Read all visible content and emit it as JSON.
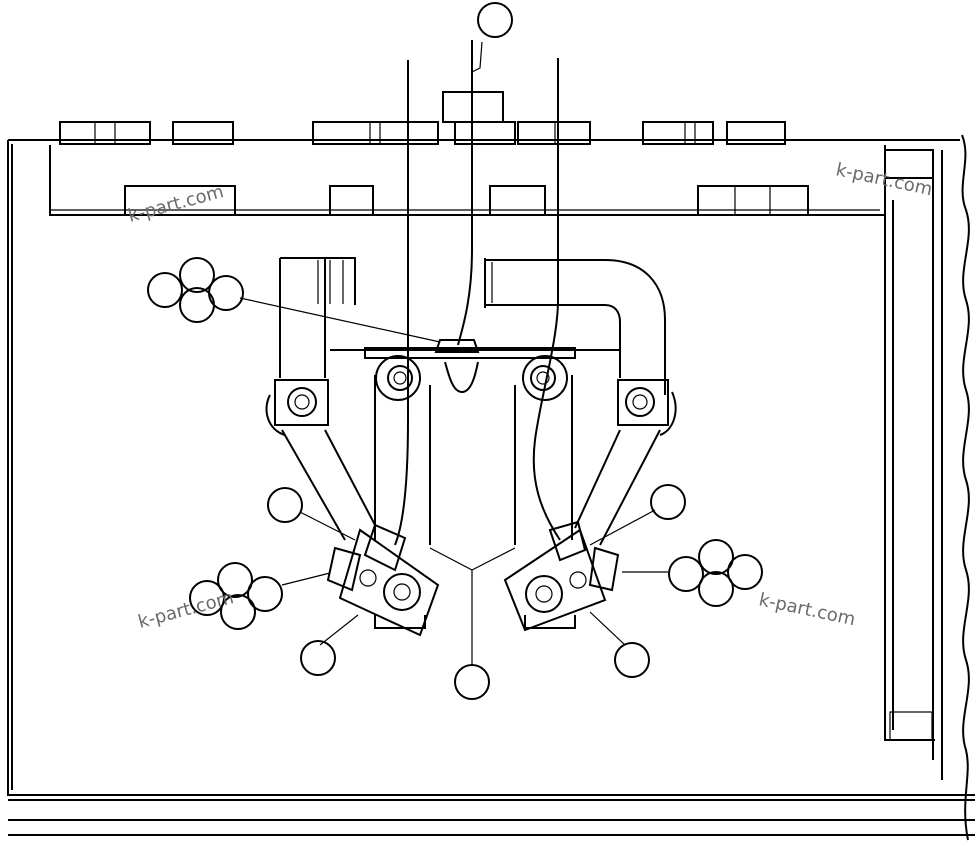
{
  "watermark": {
    "text": "k-part.com",
    "color": "#6a6a6a"
  },
  "colors": {
    "line": "#000000",
    "background": "#ffffff"
  },
  "figure": {
    "description_kind": "technical line drawing of a mechanical assembly (bracket, pivot bolts and callout circles)"
  },
  "callouts": [
    {
      "id": "callout-top-leader",
      "label": ""
    },
    {
      "id": "callout-cluster-upper-left",
      "label": ""
    },
    {
      "id": "callout-mid-left",
      "label": ""
    },
    {
      "id": "callout-mid-right",
      "label": ""
    },
    {
      "id": "callout-cluster-left",
      "label": ""
    },
    {
      "id": "callout-cluster-right",
      "label": ""
    },
    {
      "id": "callout-lower-left",
      "label": ""
    },
    {
      "id": "callout-lower-right",
      "label": ""
    },
    {
      "id": "callout-bottom-center",
      "label": ""
    }
  ]
}
